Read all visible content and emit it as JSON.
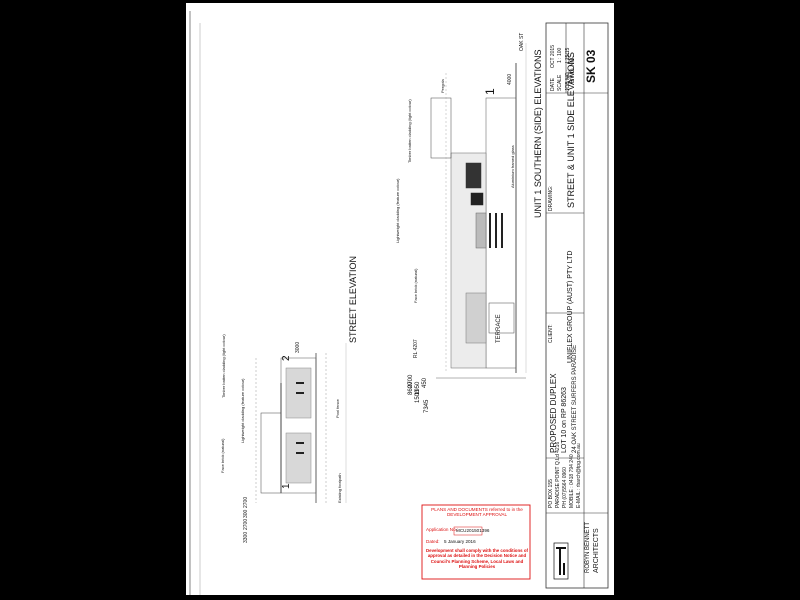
{
  "title_block": {
    "dwg_no_label": "DWG NO.:",
    "dwg_no": "SK 03",
    "date_label": "DATE",
    "date_value": "OCT 2015",
    "scale_label": "SCALE",
    "scale_value": "1 : 100",
    "job_no_label": "JOB NO.:",
    "job_no_value": "L15/15",
    "drawing_label": "DRAWING:",
    "drawing_value": "STREET & UNIT 1 SIDE ELEVATIONS",
    "client_label": "CLIENT:",
    "client_value": "UNIFLEX GROUP (AUST) PTY LTD",
    "project_line1": "PROPOSED DUPLEX",
    "project_line2": "LOT 10  on  RP 86263",
    "project_line3": "24 OAK STREET  SURFERS PARADISE",
    "contact": {
      "po_box": "PO BOX 155",
      "city": "PARADISE POINT Q.Ld 4216",
      "phone": "PH (07)5564 0960",
      "mobile": "MOBILE :   0418 794 240",
      "email": "E-MAIL : rbarch@tpg.com.au"
    },
    "firm_line1": "ROBYN BENNETT",
    "firm_line2": "ARCHITECTS"
  },
  "approval_stamp": {
    "header": "PLANS AND DOCUMENTS referred to in the DEVELOPMENT APPROVAL",
    "application_label": "Application No.:",
    "application_no": "MCU201501396",
    "dated_label": "Dated:",
    "dated_value": "5 January 2016",
    "body": "Development shall comply with the conditions of approval as detailed in the Decision Notice and Council's Planning Scheme, Local Laws and Planning Policies"
  },
  "street_elevation": {
    "title": "STREET ELEVATION",
    "unit_left": "1",
    "unit_right": "2",
    "dimensions": [
      "3300",
      "2700",
      "300",
      "2700",
      "3000"
    ],
    "notes": [
      "Timber batten cladding (light colour)",
      "Lightweight cladding (feature colour)",
      "Face brick (natural)",
      "Pool fence",
      "Existing footpath"
    ]
  },
  "side_elevation": {
    "title": "UNIT 1 SOUTHERN (SIDE) ELEVATIONS",
    "unit_label": "1",
    "terrace_label": "TERRACE",
    "oak_st": "OAK  ST",
    "dim_total": "7345",
    "dims": [
      "2700",
      "8600",
      "1950",
      "450",
      "1500"
    ],
    "rl_labels": [
      "4000",
      "RL 4207"
    ],
    "notes": [
      "Timber batten cladding (light colour)",
      "Lightweight cladding (feature colour)",
      "Face brick (natural)",
      "Aluminium framed glass",
      "Pergola"
    ]
  }
}
